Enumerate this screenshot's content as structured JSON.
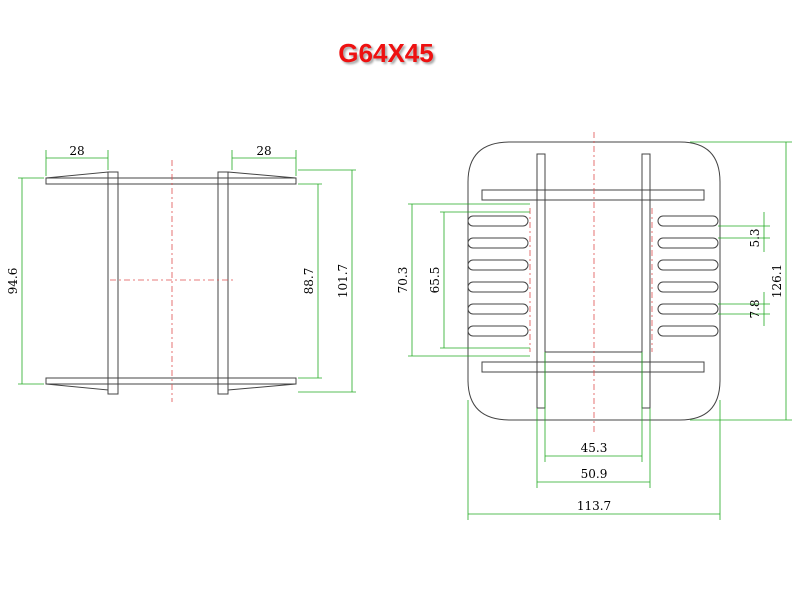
{
  "title": "G64X45",
  "side_view": {
    "top_left_width": "28",
    "top_right_width": "28",
    "overall_height": "94.6",
    "inner_height": "88.7",
    "outer_height": "101.7"
  },
  "front_view": {
    "window_height": "70.3",
    "inner_window_height": "65.5",
    "slot_width": "5.3",
    "slot_pitch": "7.8",
    "total_height": "126.1",
    "core_width": "45.3",
    "flange_span": "50.9",
    "overall_width": "113.7"
  },
  "colors": {
    "title": "#ee1111",
    "dimension": "#22aa22",
    "centerline": "#e05050",
    "outline": "#444444"
  }
}
